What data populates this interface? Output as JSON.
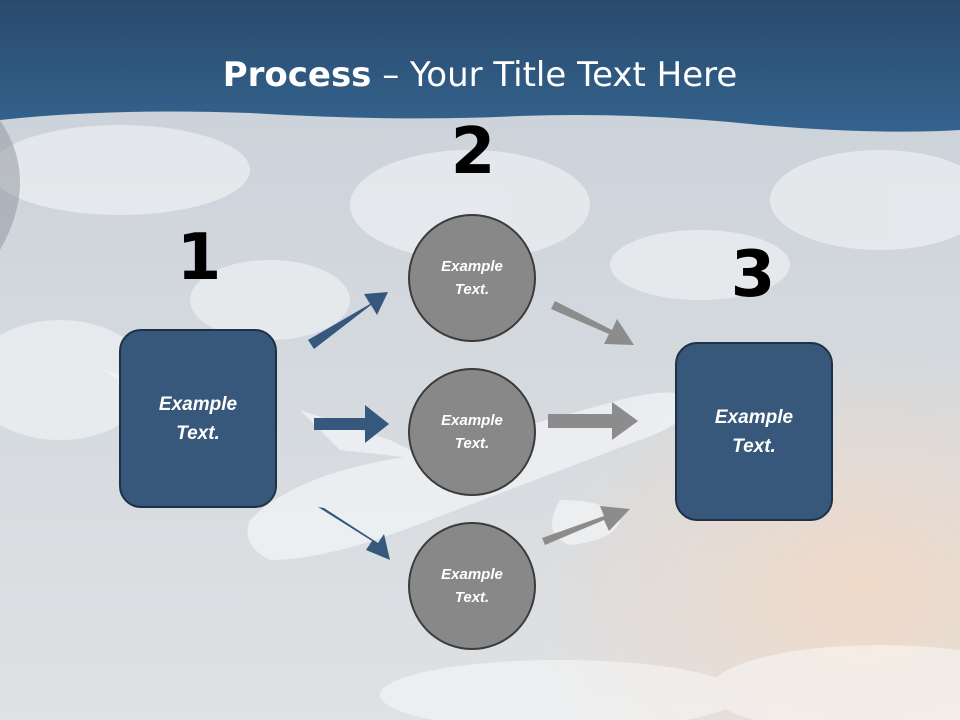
{
  "slide": {
    "title_bold": "Process",
    "title_rest": " – Your Title Text Here"
  },
  "steps": {
    "one": "1",
    "two": "2",
    "three": "3"
  },
  "nodes": {
    "start": {
      "line1": "Example",
      "line2": "Text."
    },
    "mid_top": {
      "line1": "Example",
      "line2": "Text."
    },
    "mid_center": {
      "line1": "Example",
      "line2": "Text."
    },
    "mid_bottom": {
      "line1": "Example",
      "line2": "Text."
    },
    "end": {
      "line1": "Example",
      "line2": "Text."
    }
  },
  "colors": {
    "header": "#2d5377",
    "box_fill": "#37587a",
    "circle_fill": "#888888",
    "blue_arrow": "#35587c",
    "gray_arrow": "#8c8c8c"
  }
}
